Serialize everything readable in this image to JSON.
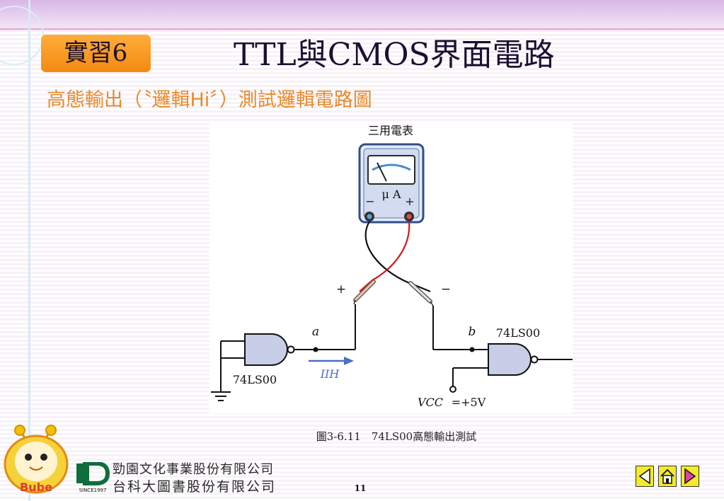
{
  "badge": "實習6",
  "title": "TTL與CMOS界面電路",
  "subtitle": "高態輸出（〝邏輯Hi〞）測試邏輯電路圖",
  "figure": {
    "meter_label": "三用電表",
    "meter_unit": "μ A",
    "meter_minus": "−",
    "meter_plus": "+",
    "probe_plus": "+",
    "probe_minus": "−",
    "node_a": "a",
    "node_b": "b",
    "gate_left": "74LS00",
    "gate_right": "74LS00",
    "current_label": "IIH",
    "vcc_label": "VCC",
    "vcc_value": "=+5V"
  },
  "caption": "圖3-6.11　74LS00高態輸出測試",
  "footer": {
    "mascot_text": "Bube",
    "logo_since": "SINCE1997",
    "company1": "勁園文化事業股份有限公司",
    "company2": "台科大圖書股份有限公司",
    "page": "11"
  },
  "colors": {
    "badge": "#f28a12",
    "subtitle": "#e88a2c",
    "nav": "#f2ea2a",
    "gate": "#c8cde8"
  }
}
